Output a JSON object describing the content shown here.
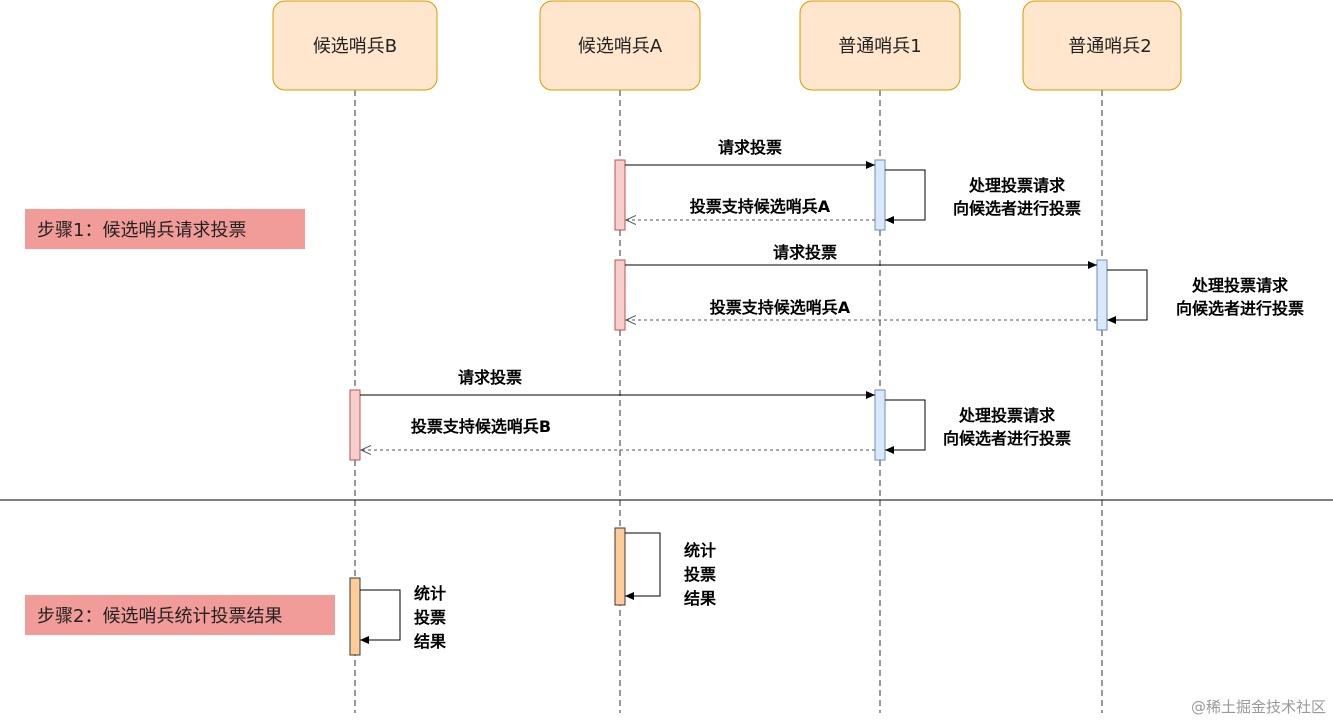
{
  "actors": [
    {
      "id": "candB",
      "label": "候选哨兵B"
    },
    {
      "id": "candA",
      "label": "候选哨兵A"
    },
    {
      "id": "normal1",
      "label": "普通哨兵1"
    },
    {
      "id": "normal2",
      "label": "普通哨兵2"
    }
  ],
  "steps": [
    {
      "label": "步骤1：候选哨兵请求投票"
    },
    {
      "label": "步骤2：候选哨兵统计投票结果"
    }
  ],
  "messages": [
    {
      "from": "candA",
      "to": "normal1",
      "type": "request",
      "label": "请求投票"
    },
    {
      "from": "normal1",
      "to": "candA",
      "type": "reply",
      "label": "投票支持候选哨兵A"
    },
    {
      "from": "candA",
      "to": "normal2",
      "type": "request",
      "label": "请求投票"
    },
    {
      "from": "normal2",
      "to": "candA",
      "type": "reply",
      "label": "投票支持候选哨兵A"
    },
    {
      "from": "candB",
      "to": "normal1",
      "type": "request",
      "label": "请求投票"
    },
    {
      "from": "normal1",
      "to": "candB",
      "type": "reply",
      "label": "投票支持候选哨兵B"
    }
  ],
  "self_calls": [
    {
      "actor": "normal1",
      "lines": [
        "处理投票请求",
        "向候选者进行投票"
      ]
    },
    {
      "actor": "normal2",
      "lines": [
        "处理投票请求",
        "向候选者进行投票"
      ]
    },
    {
      "actor": "normal1",
      "lines": [
        "处理投票请求",
        "向候选者进行投票"
      ]
    },
    {
      "actor": "candA",
      "lines": [
        "统计",
        "投票",
        "结果"
      ]
    },
    {
      "actor": "candB",
      "lines": [
        "统计",
        "投票",
        "结果"
      ]
    }
  ],
  "colors": {
    "actor_fill": "#ffe6cc",
    "actor_stroke": "#d79b00",
    "candidate_activation": "#f8cecc",
    "voter_activation": "#dae8fc",
    "tally_activation": "#ffcc99",
    "step_label_bg": "#f19c99"
  },
  "watermark": "@稀土掘金技术社区"
}
